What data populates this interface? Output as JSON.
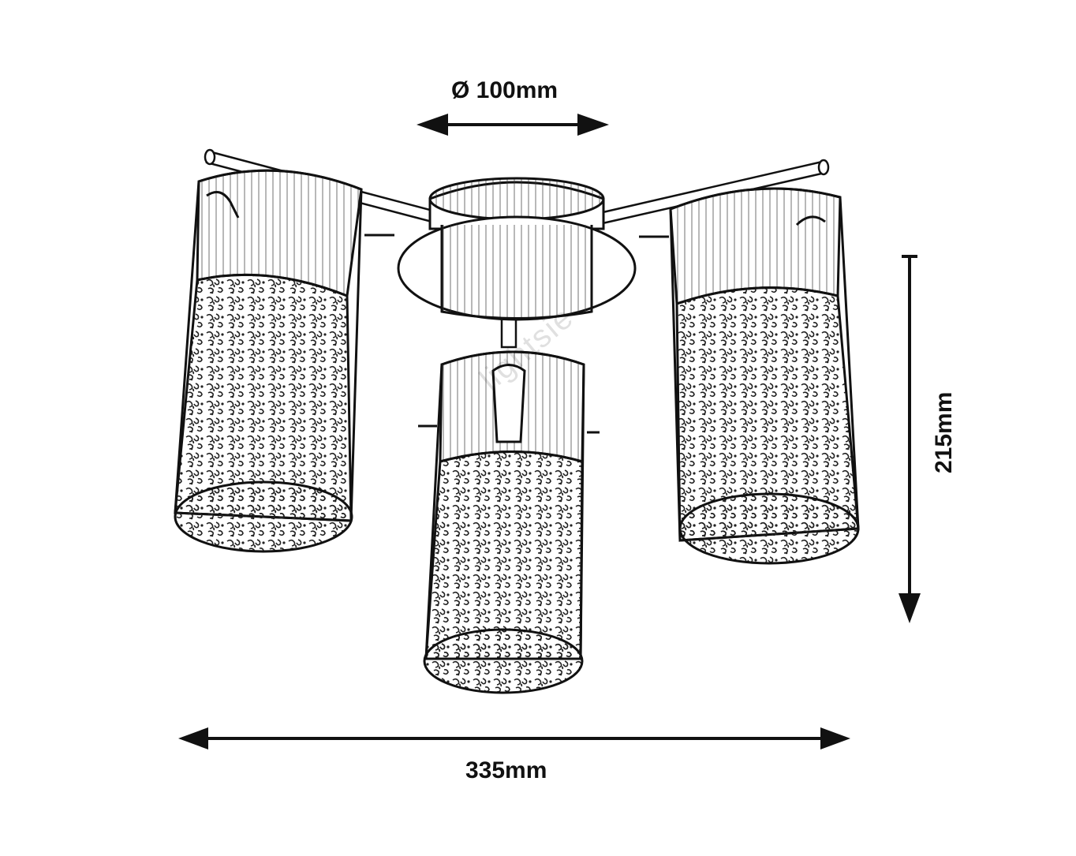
{
  "dimensions": {
    "diameter": "Ø 100mm",
    "width": "335mm",
    "height": "215mm"
  },
  "watermark": "lightsie",
  "colors": {
    "ink": "#111111",
    "paper": "#ffffff"
  }
}
